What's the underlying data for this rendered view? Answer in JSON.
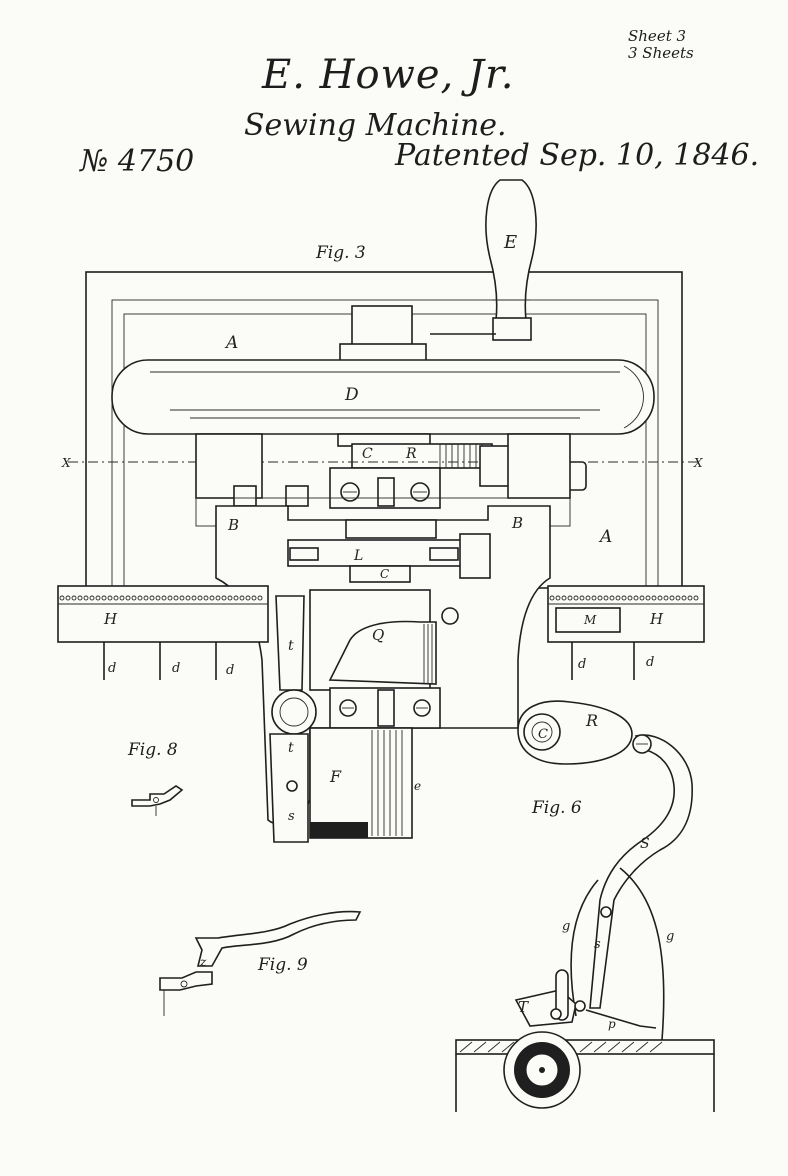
{
  "header": {
    "sheet_line1": "Sheet 3",
    "sheet_line2": "3 Sheets",
    "inventor": "E. Howe, Jr.",
    "title": "Sewing Machine.",
    "patent_number": "№ 4750",
    "patented": "Patented Sep. 10, 1846."
  },
  "figures": {
    "fig3": "Fig. 3",
    "fig6": "Fig. 6",
    "fig8": "Fig. 8",
    "fig9": "Fig. 9"
  },
  "part_labels": {
    "A": "A",
    "B": "B",
    "C": "C",
    "D": "D",
    "E": "E",
    "F": "F",
    "H": "H",
    "L": "L",
    "M": "M",
    "Q": "Q",
    "R": "R",
    "S": "S",
    "T": "T",
    "X": "X",
    "d": "d",
    "e": "e",
    "g": "g",
    "p": "p",
    "s": "s",
    "t": "t",
    "z": "z"
  }
}
